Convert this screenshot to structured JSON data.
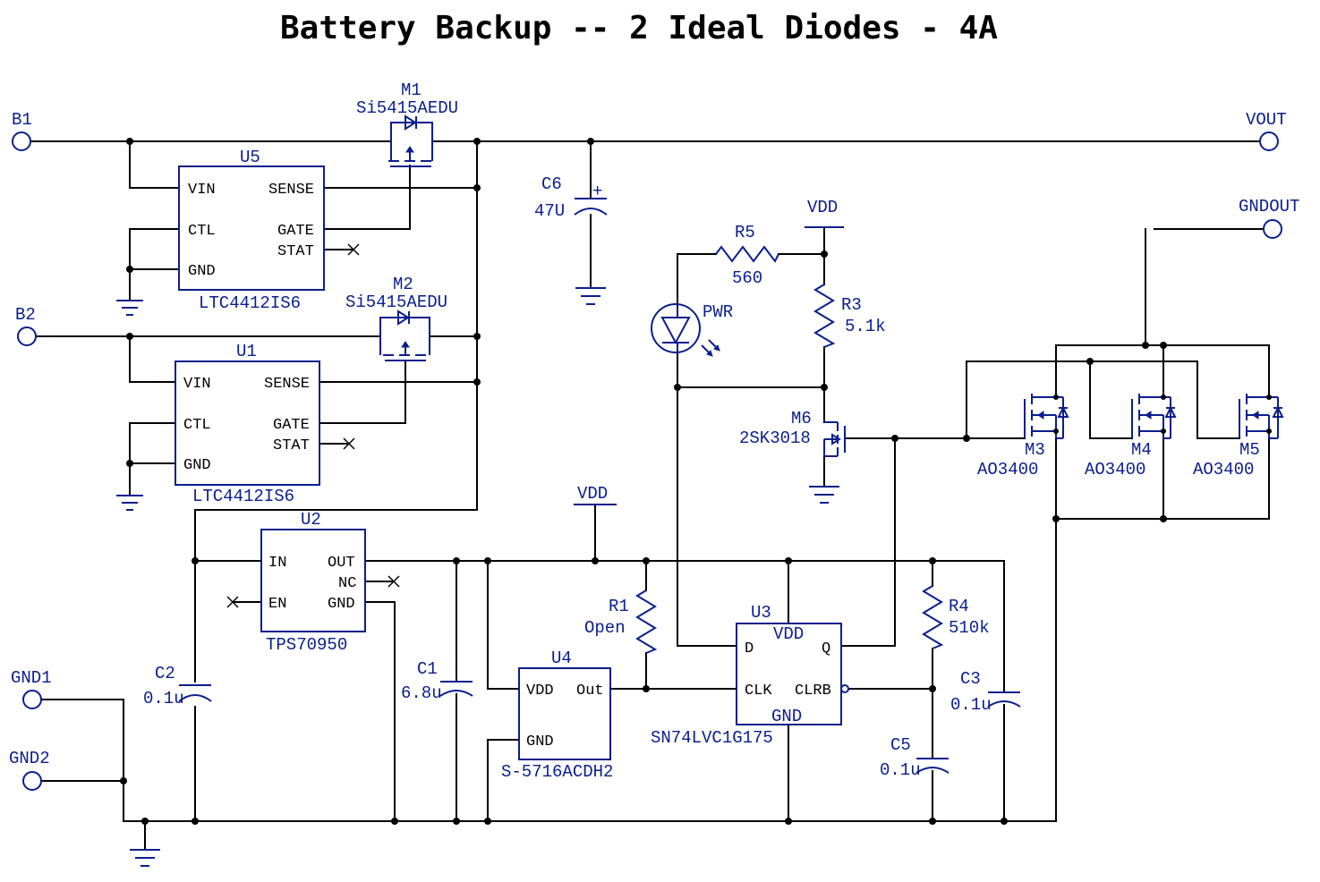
{
  "title": "Battery Backup -- 2 Ideal Diodes - 4A",
  "ports": {
    "b1": "B1",
    "b2": "B2",
    "vout": "VOUT",
    "gndout": "GNDOUT",
    "gnd1": "GND1",
    "gnd2": "GND2"
  },
  "power_labels": {
    "vdd_top": "VDD",
    "vdd_mid": "VDD"
  },
  "u5": {
    "ref": "U5",
    "part": "LTC4412IS6",
    "pins": {
      "vin": "VIN",
      "ctl": "CTL",
      "gnd": "GND",
      "sense": "SENSE",
      "gate": "GATE",
      "stat": "STAT"
    }
  },
  "u1": {
    "ref": "U1",
    "part": "LTC4412IS6",
    "pins": {
      "vin": "VIN",
      "ctl": "CTL",
      "gnd": "GND",
      "sense": "SENSE",
      "gate": "GATE",
      "stat": "STAT"
    }
  },
  "u2": {
    "ref": "U2",
    "part": "TPS70950",
    "pins": {
      "in": "IN",
      "en": "EN",
      "out": "OUT",
      "nc": "NC",
      "gnd": "GND"
    }
  },
  "u3": {
    "ref": "U3",
    "part": "SN74LVC1G175",
    "pins": {
      "d": "D",
      "clk": "CLK",
      "vdd": "VDD",
      "q": "Q",
      "clrb": "CLRB",
      "gnd": "GND"
    }
  },
  "u4": {
    "ref": "U4",
    "part": "S-5716ACDH2",
    "pins": {
      "vdd": "VDD",
      "out": "Out",
      "gnd": "GND"
    }
  },
  "m1": {
    "ref": "M1",
    "part": "Si5415AEDU"
  },
  "m2": {
    "ref": "M2",
    "part": "Si5415AEDU"
  },
  "m3": {
    "ref": "M3",
    "part": "AO3400"
  },
  "m4": {
    "ref": "M4",
    "part": "AO3400"
  },
  "m5": {
    "ref": "M5",
    "part": "AO3400"
  },
  "m6": {
    "ref": "M6",
    "part": "2SK3018"
  },
  "c1": {
    "ref": "C1",
    "value": "6.8u"
  },
  "c2": {
    "ref": "C2",
    "value": "0.1u"
  },
  "c3": {
    "ref": "C3",
    "value": "0.1u"
  },
  "c5": {
    "ref": "C5",
    "value": "0.1u"
  },
  "c6": {
    "ref": "C6",
    "value": "47U"
  },
  "r1": {
    "ref": "R1",
    "value": "Open"
  },
  "r3": {
    "ref": "R3",
    "value": "5.1k"
  },
  "r4": {
    "ref": "R4",
    "value": "510k"
  },
  "r5": {
    "ref": "R5",
    "value": "560"
  },
  "led": {
    "ref": "PWR"
  },
  "colors": {
    "wire": "#000000",
    "component": "#0a1e8c",
    "background": "#ffffff"
  }
}
